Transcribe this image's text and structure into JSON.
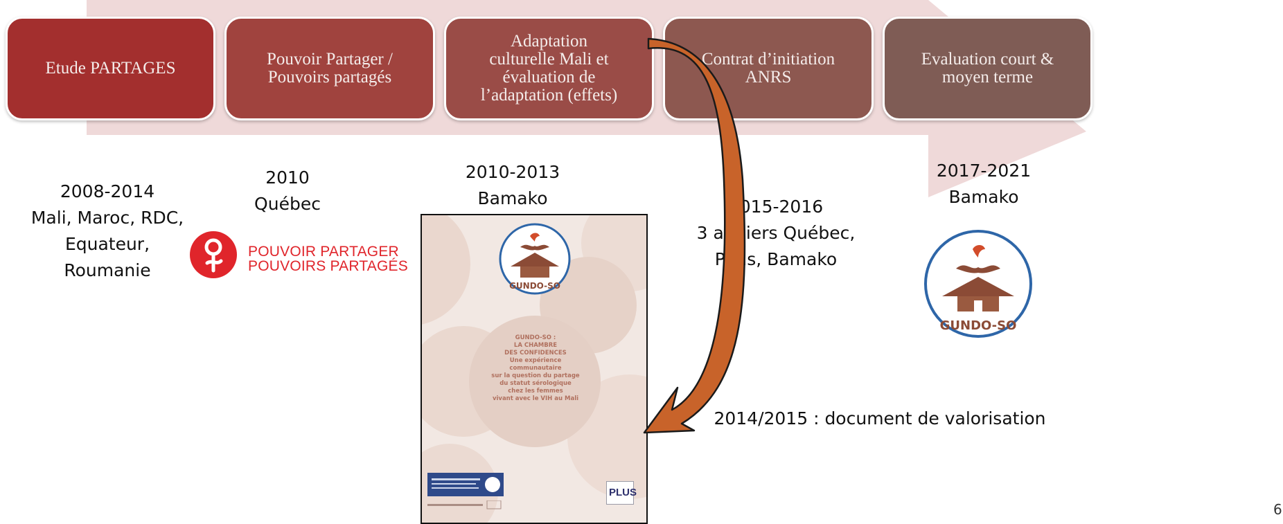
{
  "stages": [
    {
      "label": "Etude PARTAGES",
      "color": "#a32f2e"
    },
    {
      "label": "Pouvoir Partager /\nPouvoirs partagés",
      "color": "#a0433e"
    },
    {
      "label": "Adaptation\nculturelle Mali et\névaluation de\nl’adaptation (effets)",
      "color": "#9a4c47"
    },
    {
      "label": "Contrat d’initiation\nANRS",
      "color": "#8d5850"
    },
    {
      "label": "Evaluation court &\nmoyen terme",
      "color": "#7f5c55"
    }
  ],
  "labels": {
    "etude": "2008-2014\nMali, Maroc, RDC,\nEquateur,\nRoumanie",
    "pouvoir": "2010\nQuébec",
    "adaptation": "2010-2013\nBamako",
    "contrat": "2015-2016\n3 ateliers Québec,\nParis, Bamako",
    "evaluation": "2017-2021\nBamako",
    "document": "2014/2015 : document de valorisation"
  },
  "pp_logo_text": "POUVOIR PARTAGER\nPOUVOIRS PARTAGÉS",
  "cover": {
    "text": "GUNDO-SO :\nLA CHAMBRE\nDES CONFIDENCES\nUne expérience communautaire\nsur la question du partage\ndu statut sérologique\nchez les femmes\nvivant avec le VIH au Mali",
    "seal_text": "GUNDO-SO",
    "plus_text": "PLUS"
  },
  "logo_text": "GUNDO-SO",
  "page_number": "6",
  "colors": {
    "arrow_bg": "#efd9d9",
    "curved_arrow": "#c8632a",
    "seal_blue": "#2e66a8",
    "seal_brown": "#8b4b36",
    "pp_red": "#e0252b"
  }
}
